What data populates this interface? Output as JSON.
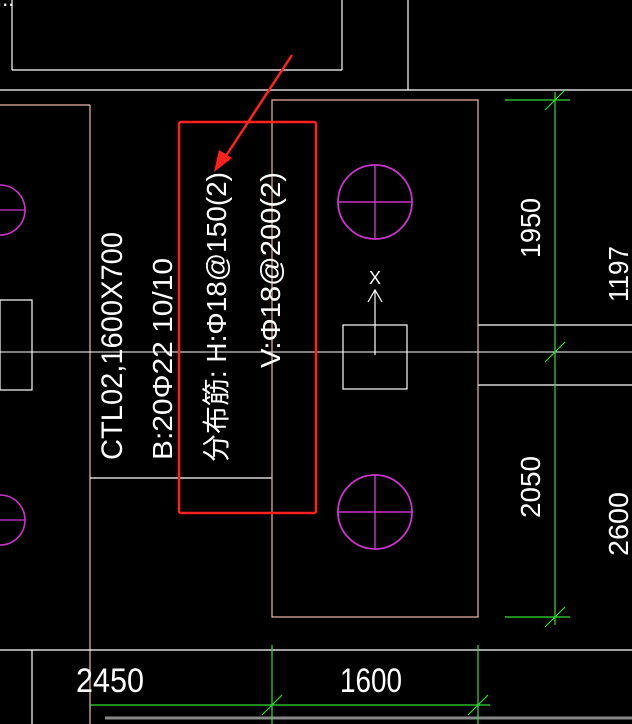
{
  "drawing": {
    "top_cut_text": "...",
    "cap_label": "CTL02,1600X700",
    "bottom_bars": "B:20Φ22 10/10",
    "dist_bars_prefix": "分布筋:",
    "dist_bars_h": "H:Φ18@150(2)",
    "dist_bars_v": "V:Φ18@200(2)",
    "dist_bars_h_line": "分布筋: H:Φ18@150(2)",
    "axis_mark": "X"
  },
  "dimensions": {
    "right_top": "1950",
    "right_bottom": "2050",
    "far_right_top": "1197",
    "far_right_bottom": "2600",
    "bottom_left": "2450",
    "bottom_middle": "1600"
  },
  "colors": {
    "background": "#000000",
    "outline": "#f0b8a8",
    "white_lines": "#ffffff",
    "pile_circle": "#cc33cc",
    "dimension_green": "#33dd33",
    "highlight_red": "#ff2020",
    "arrow_red": "#ff2020"
  }
}
